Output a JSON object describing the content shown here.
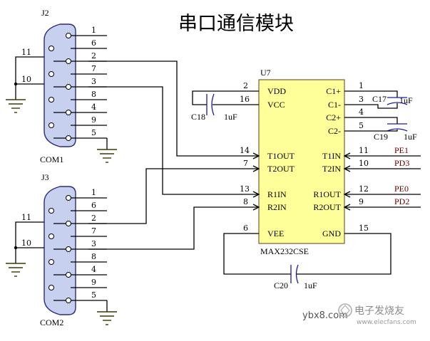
{
  "title": "串口通信模块",
  "chip": {
    "ref": "U7",
    "part": "MAX232CSE",
    "left_pins": [
      {
        "num": "2",
        "name": "VDD"
      },
      {
        "num": "16",
        "name": "VCC"
      },
      {
        "num": "14",
        "name": "T1OUT"
      },
      {
        "num": "7",
        "name": "T2OUT"
      },
      {
        "num": "13",
        "name": "R1IN"
      },
      {
        "num": "8",
        "name": "R2IN"
      },
      {
        "num": "6",
        "name": "VEE"
      }
    ],
    "right_pins": [
      {
        "num": "1",
        "name": "C1+"
      },
      {
        "num": "3",
        "name": "C1-"
      },
      {
        "num": "4",
        "name": "C2+"
      },
      {
        "num": "5",
        "name": "C2-"
      },
      {
        "num": "11",
        "name": "T1IN"
      },
      {
        "num": "10",
        "name": "T2IN"
      },
      {
        "num": "12",
        "name": "R1OUT"
      },
      {
        "num": "9",
        "name": "R2OUT"
      },
      {
        "num": "15",
        "name": "GND"
      }
    ]
  },
  "nets": {
    "t1in": "PE1",
    "t2in": "PD3",
    "r1out": "PE0",
    "r2out": "PD2"
  },
  "capacitors": [
    {
      "ref": "C18",
      "value": "1uF"
    },
    {
      "ref": "C17",
      "value": "1uF"
    },
    {
      "ref": "C19",
      "value": "1uF"
    },
    {
      "ref": "C20",
      "value": "1uF"
    }
  ],
  "connectors": [
    {
      "ref": "J2",
      "name": "COM1",
      "pins": [
        "1",
        "6",
        "2",
        "7",
        "3",
        "8",
        "4",
        "9",
        "5"
      ],
      "shell_pins": [
        "11",
        "10"
      ]
    },
    {
      "ref": "J3",
      "name": "COM2",
      "pins": [
        "1",
        "6",
        "2",
        "7",
        "3",
        "8",
        "4",
        "9",
        "5"
      ],
      "shell_pins": [
        "11",
        "10"
      ]
    }
  ],
  "watermark": {
    "site": "ybx8",
    "domain": ".com",
    "brand_cn": "电子发烧友",
    "brand_url": "www.elecfans.com"
  }
}
